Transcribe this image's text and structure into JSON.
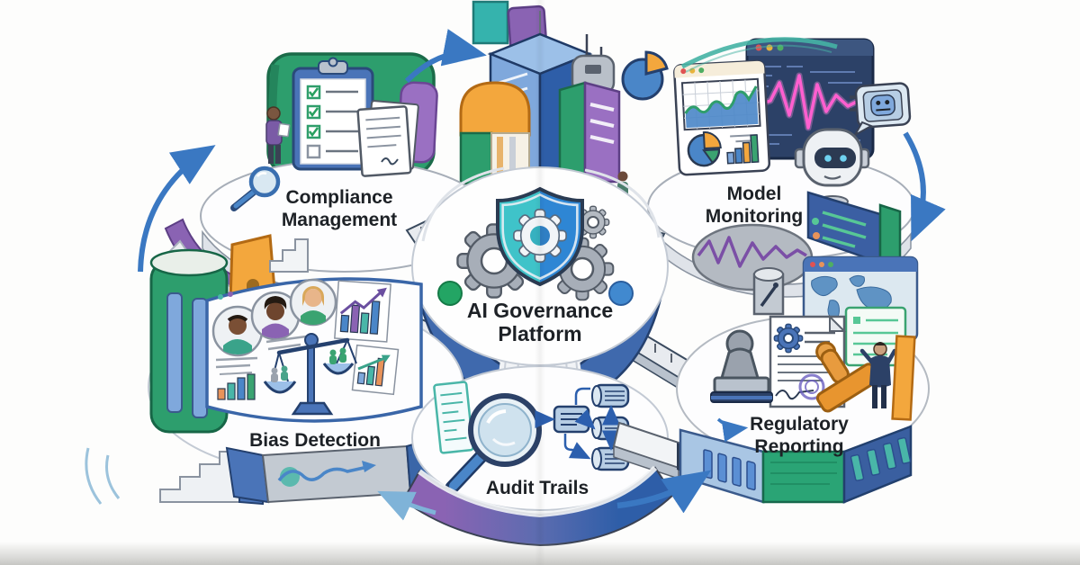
{
  "center": {
    "label_line1": "AI Governance",
    "label_line2": "Platform",
    "icon": "shield-gear-icon"
  },
  "platforms": [
    {
      "id": "compliance-management",
      "label_line1": "Compliance",
      "label_line2": "Management",
      "icons": [
        "checklist-clipboard-icon",
        "stacked-documents-icon",
        "magnifier-icon",
        "inspector-person-figure"
      ]
    },
    {
      "id": "model-monitoring",
      "label_line1": "Model",
      "label_line2": "Monitoring",
      "icons": [
        "metrics-browser-window-icon",
        "code-screen-waveform-icon",
        "robot-head-icon",
        "robot-chip-plug-icon",
        "pie-chart-icon"
      ]
    },
    {
      "id": "bias-detection",
      "label_line1": "Bias Detection",
      "label_line2": "",
      "icons": [
        "demographics-screen-icon",
        "avatar-icons",
        "balance-scale-icon",
        "bar-chart-card-icons",
        "stairs-icon",
        "squiggle-arrow-icon"
      ]
    },
    {
      "id": "audit-trails",
      "label_line1": "Audit Trails",
      "label_line2": "",
      "icons": [
        "log-sheet-icon",
        "magnifier-icon",
        "database-flow-icon"
      ]
    },
    {
      "id": "regulatory-reporting",
      "label_line1": "Regulatory",
      "label_line2": "Reporting",
      "icons": [
        "rubber-stamp-icon",
        "wood-stamp-icon",
        "approved-document-icon",
        "world-map-window-icon",
        "presenter-person-figure"
      ]
    }
  ],
  "decorations": [
    "city-buildings-icon",
    "pie-chart-icon",
    "cycle-arrows",
    "bridges",
    "waterfall",
    "ribbon-walls"
  ],
  "colors": {
    "green": "#2d9e6d",
    "teal": "#45b3a8",
    "blue": "#3a78c2",
    "light_blue": "#9cc0e8",
    "navy": "#2c4167",
    "screen_navy": "#2c4a87",
    "purple": "#8a63b3",
    "orange": "#f3a73d",
    "magenta": "#ff5fd0",
    "gray": "#9aa2ad",
    "ink": "#1d2126",
    "paper": "#ffffff",
    "shield_teal": "#3fc3c9",
    "shield_blue": "#2e86d4"
  }
}
